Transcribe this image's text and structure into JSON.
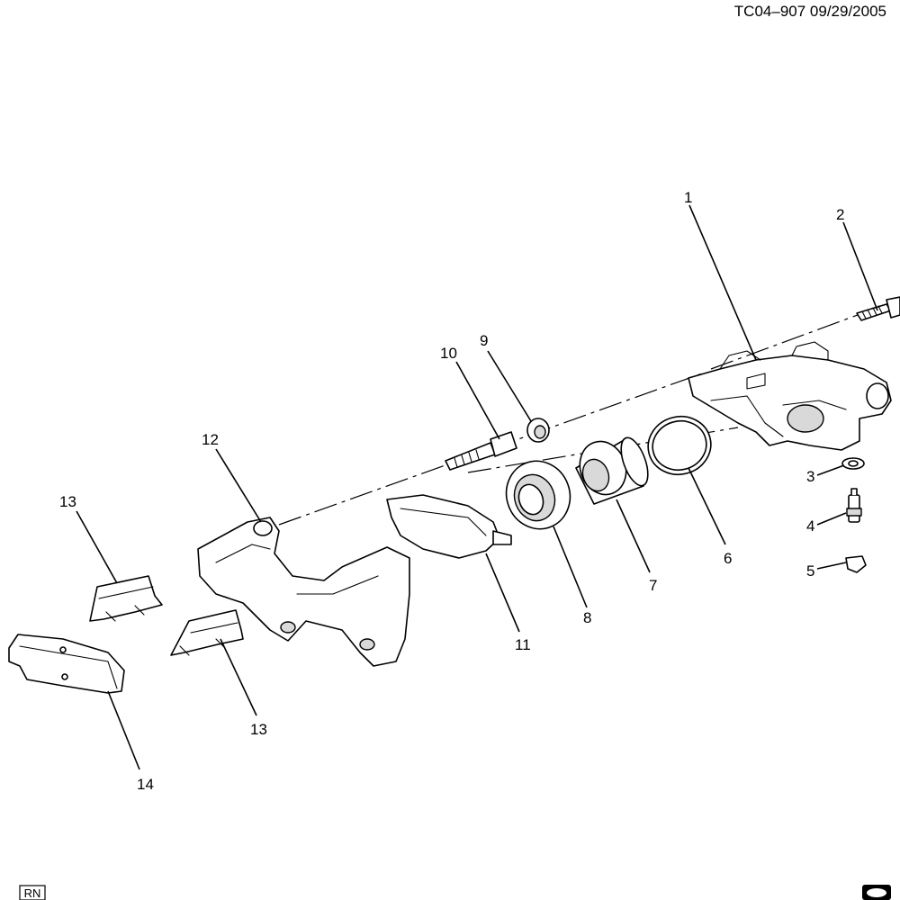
{
  "header": {
    "drawing_id": "TC04–907  09/29/2005"
  },
  "footer": {
    "corner_code": "RN",
    "emblem_icon": "brand-emblem-icon"
  },
  "callouts": {
    "c1": "1",
    "c2": "2",
    "c3": "3",
    "c4": "4",
    "c5": "5",
    "c6": "6",
    "c7": "7",
    "c8": "8",
    "c9": "9",
    "c10": "10",
    "c11": "11",
    "c12": "12",
    "c13a": "13",
    "c13b": "13",
    "c14": "14"
  }
}
